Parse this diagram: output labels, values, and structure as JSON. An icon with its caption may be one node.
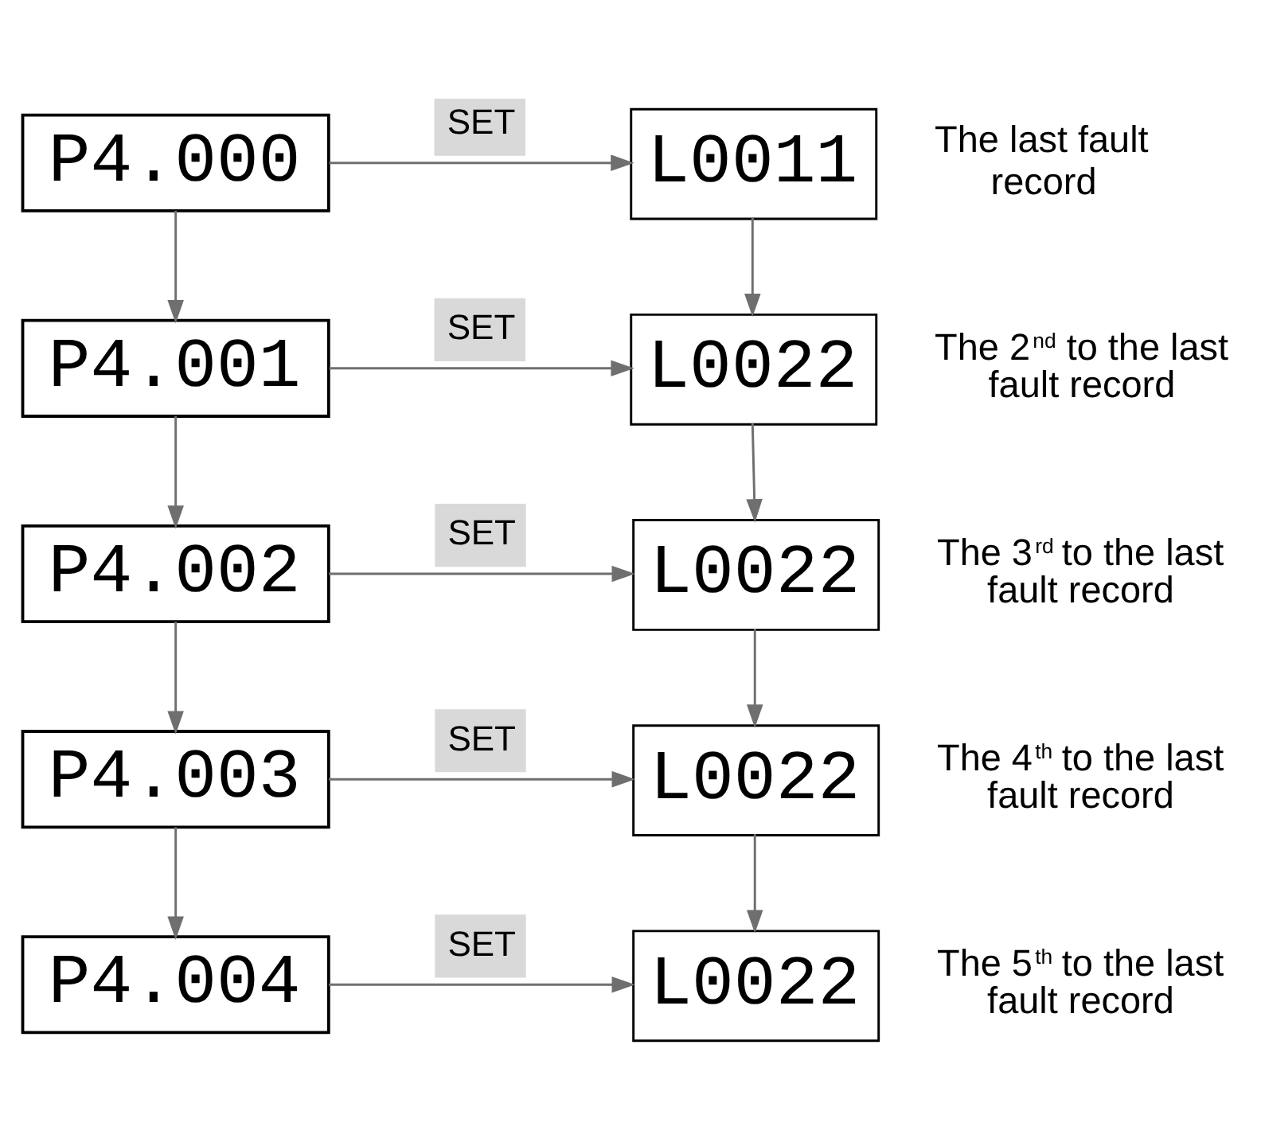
{
  "diagram": {
    "nodes": [
      {
        "text": [
          "P4.000"
        ]
      },
      {
        "text": [
          "P4.001"
        ]
      },
      {
        "text": [
          "P4.002"
        ]
      },
      {
        "text": [
          "P4.003"
        ]
      },
      {
        "text": [
          "P4.004"
        ]
      },
      {
        "text": [
          "L0011"
        ],
        "beside": [
          "The last fault record"
        ]
      },
      {
        "text": [
          "L0022"
        ],
        "beside": [
          "The 2$^{nd}$ to the last fault record"
        ]
      },
      {
        "text": [
          "L0022"
        ],
        "beside": [
          "The 3$^{rd}$ to the last fault record"
        ]
      },
      {
        "text": [
          "L0022"
        ],
        "beside": [
          "The 4$^{th}$ to the last fault record"
        ]
      },
      {
        "text": [
          "L0022"
        ],
        "beside": [
          "The 5$^{th}$ to the last fault record"
        ]
      }
    ],
    "edges": [
      {
        "from": 0,
        "to": 5,
        "arrow": "to",
        "label": "SET"
      },
      {
        "from": 0,
        "to": 1,
        "arrow": "to"
      },
      {
        "from": 5,
        "to": 6,
        "arrow": "to"
      },
      {
        "from": 1,
        "to": 6,
        "arrow": "to",
        "label": "SET"
      },
      {
        "from": 1,
        "to": 2,
        "arrow": "to"
      },
      {
        "from": 6,
        "to": 7,
        "arrow": "to"
      },
      {
        "from": 2,
        "to": 7,
        "arrow": "to",
        "label": "SET"
      },
      {
        "from": 2,
        "to": 3,
        "arrow": "to"
      },
      {
        "from": 7,
        "to": 8,
        "arrow": "to"
      },
      {
        "from": 3,
        "to": 8,
        "arrow": "to",
        "label": "SET"
      },
      {
        "from": 3,
        "to": 4,
        "arrow": "to"
      },
      {
        "from": 8,
        "to": 9,
        "arrow": "to"
      },
      {
        "from": 4,
        "to": 9,
        "arrow": "to",
        "label": "SET"
      }
    ]
  }
}
